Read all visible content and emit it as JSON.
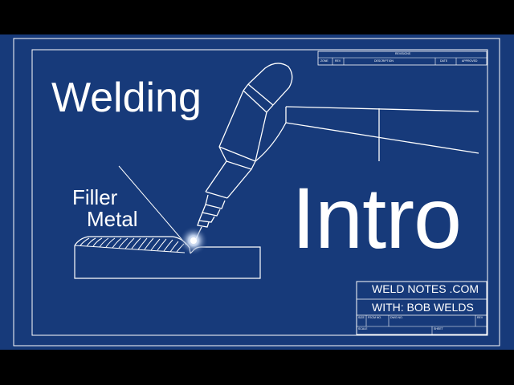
{
  "title": "Welding",
  "headline": "Intro",
  "callout": {
    "line1": "Filler",
    "line2": "Metal"
  },
  "title_block": {
    "line1": "WELD NOTES .COM",
    "line2": "WITH: BOB WELDS",
    "labels": {
      "size": "SIZE",
      "fscm": "FSCM NO.",
      "dwg": "DWG NO.",
      "rev": "REV",
      "scale": "SCALE",
      "sheet": "SHEET"
    }
  },
  "revisions": {
    "header": "REVISIONS",
    "columns": [
      "ZONE",
      "REV",
      "DESCRIPTION",
      "DATE",
      "APPROVED"
    ]
  },
  "colors": {
    "blueprint": "#173a7a",
    "line": "#ffffff",
    "letterbox": "#000000",
    "arc_glow": "#cfe3ff"
  },
  "icons": [
    "torch-illustration",
    "weld-spark-icon",
    "workpiece-plate"
  ]
}
